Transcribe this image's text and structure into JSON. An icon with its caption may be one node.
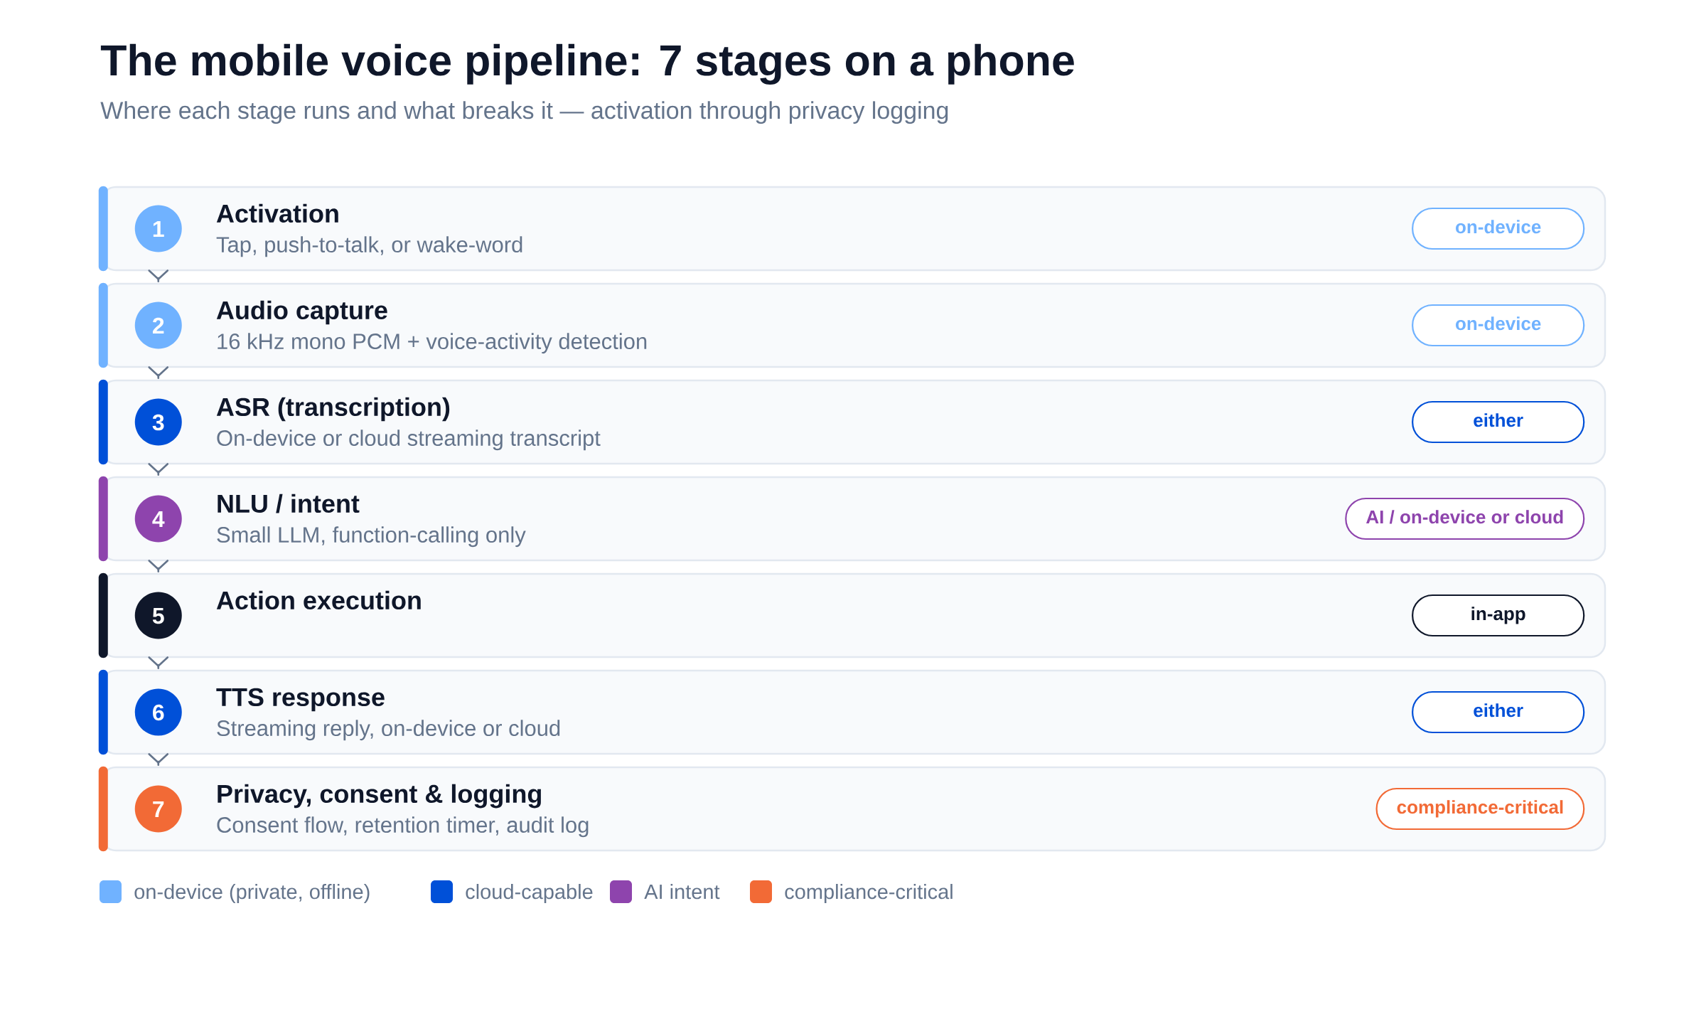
{
  "diagram": {
    "title": "The mobile voice pipeline: 7 stages on a phone",
    "caption": "Where each stage runs and what breaks it — activation through privacy logging",
    "nodes": [
      {
        "text": [
          "Activation",
          "Tap, push-to-talk, or wake-word"
        ]
      },
      {
        "text": [
          "1"
        ],
        "in": 0
      },
      {
        "text": [
          "on-device"
        ],
        "in": 0
      },
      {
        "text": [
          "Audio capture",
          "16 kHz mono PCM + voice-activity detection"
        ]
      },
      {
        "text": [
          "2"
        ],
        "in": 3
      },
      {
        "text": [
          "on-device"
        ],
        "in": 3
      },
      {
        "text": [
          "ASR (transcription)",
          "On-device or cloud streaming transcript"
        ]
      },
      {
        "text": [
          "3"
        ],
        "in": 6
      },
      {
        "text": [
          "either"
        ],
        "in": 6
      },
      {
        "text": [
          "NLU / intent",
          "Small LLM, function-calling only"
        ]
      },
      {
        "text": [
          "4"
        ],
        "in": 9
      },
      {
        "text": [
          "AI / on-device or cloud"
        ],
        "in": 9
      },
      {
        "text": [
          "Action execution"
        ]
      },
      {
        "text": [
          "5"
        ],
        "in": 12
      },
      {
        "text": [
          "in-app"
        ],
        "in": 12
      },
      {
        "text": [
          "TTS response",
          "Streaming reply, on-device or cloud"
        ]
      },
      {
        "text": [
          "6"
        ],
        "in": 15
      },
      {
        "text": [
          "either"
        ],
        "in": 15
      },
      {
        "text": [
          "Privacy, consent & logging",
          "Consent flow, retention timer, audit log"
        ]
      },
      {
        "text": [
          "7"
        ],
        "in": 18
      },
      {
        "text": [
          "compliance-critical"
        ],
        "in": 18
      }
    ],
    "edges": [
      {
        "from": 0,
        "to": 3,
        "arrow": "to"
      },
      {
        "from": 3,
        "to": 6,
        "arrow": "to"
      },
      {
        "from": 6,
        "to": 9,
        "arrow": "to"
      },
      {
        "from": 9,
        "to": 12,
        "arrow": "to"
      },
      {
        "from": 12,
        "to": 15,
        "arrow": "to"
      },
      {
        "from": 15,
        "to": 18,
        "arrow": "to"
      }
    ],
    "legend": [
      {
        "text": "on-device (private, offline)",
        "color": "#70b2ff"
      },
      {
        "text": "cloud-capable",
        "color": "#0050d8"
      },
      {
        "text": "AI intent",
        "color": "#8e44ad"
      },
      {
        "text": "compliance-critical",
        "color": "#f26a36"
      }
    ]
  }
}
